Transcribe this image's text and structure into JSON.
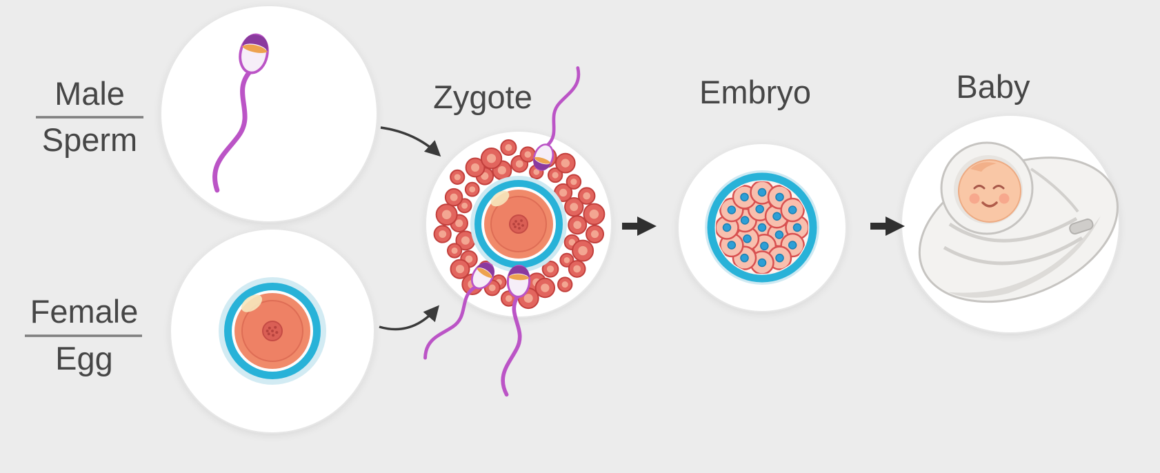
{
  "labels": {
    "male": "Male",
    "sperm": "Sperm",
    "female": "Female",
    "egg": "Egg",
    "zygote": "Zygote",
    "embryo": "Embryo",
    "baby": "Baby"
  },
  "colors": {
    "background": "#ececec",
    "circle_fill": "#ffffff",
    "label_text": "#464646",
    "underline_gray": "#7f7f7f",
    "sperm_magenta": "#bb54c6",
    "sperm_cap_purple": "#8a3a9e",
    "sperm_band_orange": "#eda24f",
    "egg_ring_blue": "#28b2d8",
    "egg_halo_blue": "#cde9f2",
    "egg_body_salmon": "#f08a6a",
    "egg_nucleus_red": "#da5f55",
    "corona_cell_red": "#e2655e",
    "corona_cell_outline": "#c23f3c",
    "embryo_cell_pink": "#f8bfae",
    "embryo_cell_outline": "#d85050",
    "embryo_nucleus_blue": "#2d9fd6",
    "baby_blanket": "#f3f2f0",
    "baby_skin": "#f9c7a6",
    "arrow_dark": "#353535"
  }
}
